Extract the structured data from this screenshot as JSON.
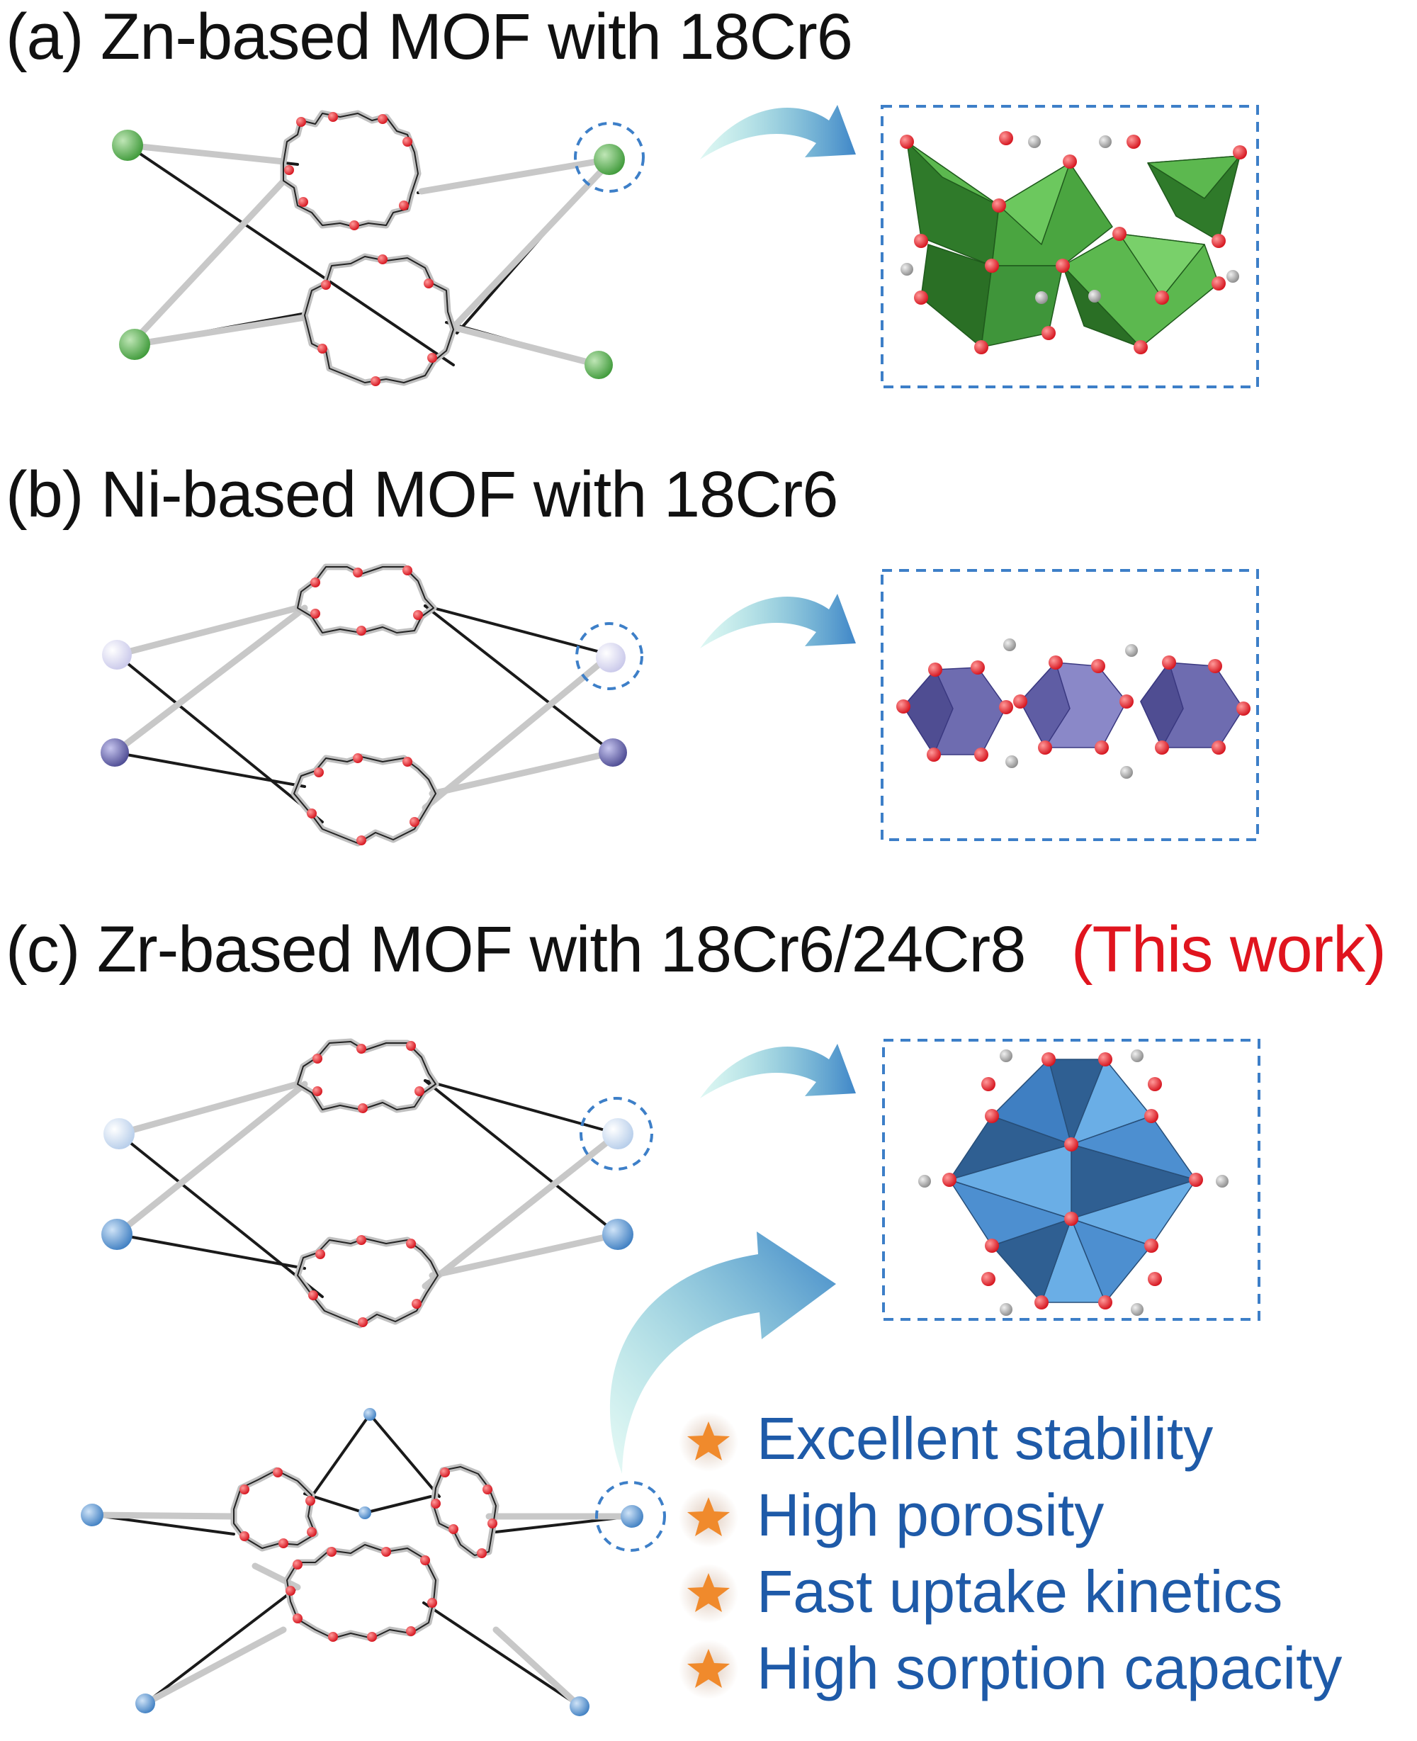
{
  "panels": [
    {
      "id": "a",
      "title": "(a) Zn-based  MOF with 18Cr6",
      "metal_color": "#3f9a3a",
      "poly_light": "#5cb84f",
      "poly_dark": "#2f7a2a"
    },
    {
      "id": "b",
      "title": "(b) Ni-based  MOF with 18Cr6",
      "metal_color": "#6e6cb0",
      "poly_light": "#8a88c8",
      "poly_dark": "#4f4d92"
    },
    {
      "id": "c",
      "title": "(c) Zr-based MOF with 18Cr6/24Cr8",
      "highlight": "(This work)",
      "metal_color": "#4d8fd0",
      "poly_light": "#6aaee6",
      "poly_dark": "#2f5f92"
    }
  ],
  "features": [
    "Excellent  stability",
    "High porosity",
    "Fast uptake kinetics",
    "High sorption capacity"
  ],
  "colors": {
    "oxygen": "#e8141e",
    "carbon": "#a8a8a8",
    "dashed_box": "#3d7fc8",
    "arrow_start": "#7fe0d0",
    "arrow_end": "#3f86c8",
    "star": "#f08a2c",
    "feature_text": "#1e5aa8",
    "highlight_text": "#e0141e"
  },
  "icons": [
    "curved-arrow-icon",
    "star-icon",
    "dashed-circle-icon"
  ]
}
